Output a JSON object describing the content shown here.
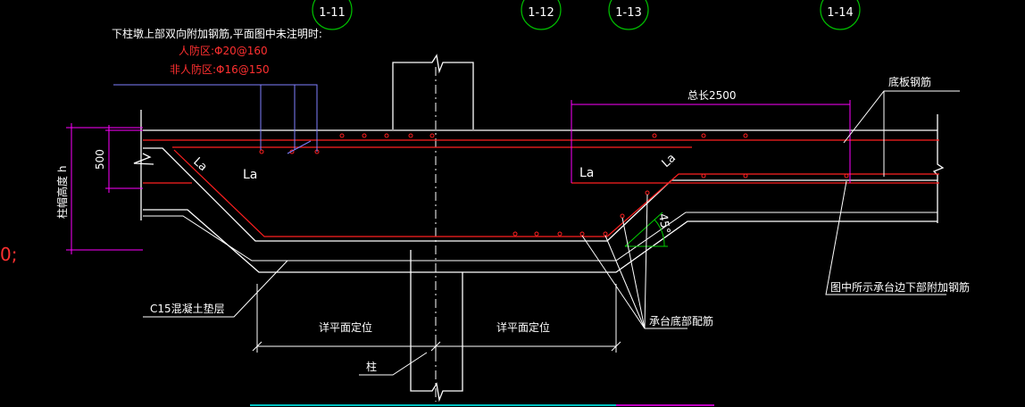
{
  "colors": {
    "background": "#000000",
    "structure": "#ffffff",
    "rebar": "#ff2020",
    "dimension": "#ff00ff",
    "leader": "#7f7fff",
    "grid_circle": "#00c000",
    "dim_green": "#00d000",
    "text_white": "#ffffff",
    "text_red": "#ff3030"
  },
  "grid_axes": [
    "1-11",
    "1-12",
    "1-13",
    "1-14"
  ],
  "notes": {
    "main": "下柱墩上部双向附加钢筋,平面图中未注明时:",
    "civil_defense": "人防区:Φ20@160",
    "non_civil_defense": "非人防区:Φ16@150",
    "edge_mark": "0;"
  },
  "labels": {
    "total_length": "总长2500",
    "bottom_rebar": "底板钢筋",
    "depth_dim": "500",
    "cap_height": "柱帽高度 h",
    "la_left_slant": "La",
    "la_left": "La",
    "la_right": "La",
    "la_right_slant": "La",
    "angle": "45°",
    "cushion": "C15混凝土垫层",
    "plan_pos_left": "详平面定位",
    "plan_pos_right": "详平面定位",
    "column": "柱",
    "cap_bottom_rebar": "承台底部配筋",
    "additional_rebar": "图中所示承台边下部附加钢筋"
  }
}
